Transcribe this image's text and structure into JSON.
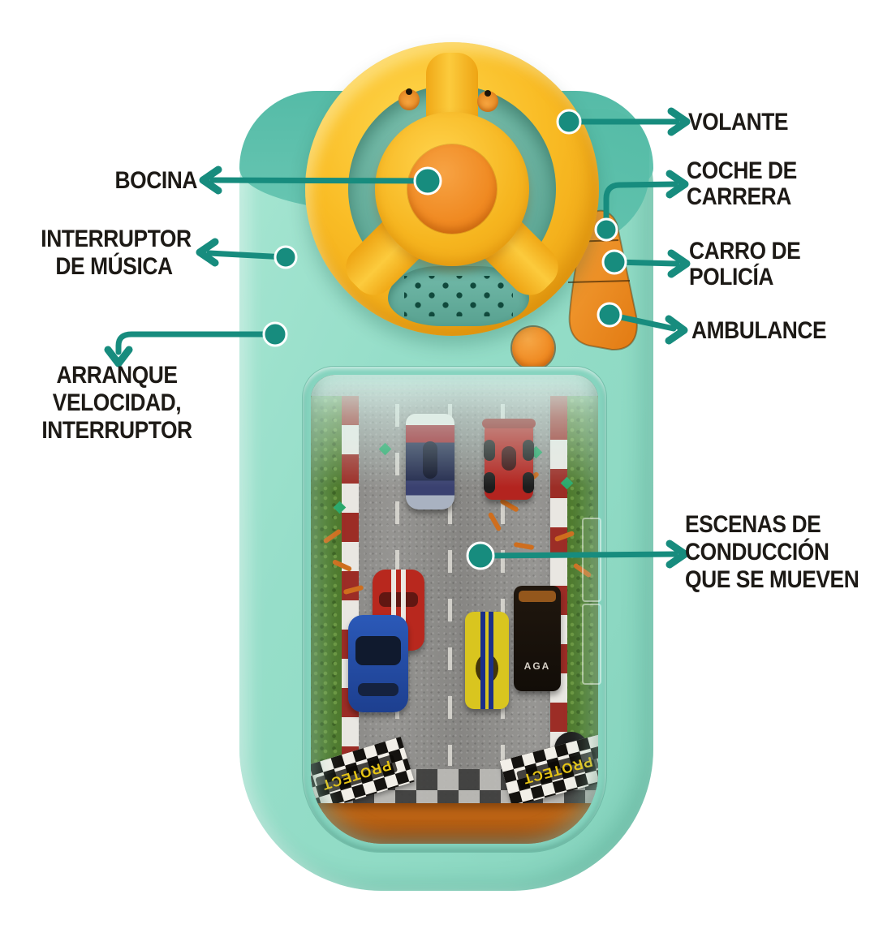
{
  "annotations": {
    "volante": {
      "label": "VOLANTE"
    },
    "bocina": {
      "label": "BOCINA"
    },
    "interruptor_musica": {
      "line1": "INTERRUPTOR",
      "line2": "DE MÚSICA"
    },
    "arranque": {
      "line1": "ARRANQUE",
      "line2": "VELOCIDAD,",
      "line3": "INTERRUPTOR"
    },
    "coche_carrera": {
      "line1": "COCHE DE",
      "line2": "CARRERA"
    },
    "carro_policia": {
      "line1": "CARRO DE",
      "line2": "POLICÍA"
    },
    "ambulance": {
      "label": "AMBULANCE"
    },
    "escenas": {
      "line1": "ESCENAS DE",
      "line2": "CONDUCCIÓN",
      "line3": "QUE SE MUEVEN"
    }
  },
  "toy": {
    "screen": {
      "banner_left": "PROTECT",
      "banner_right": "PROTECT",
      "car_decal": "AGA"
    }
  },
  "colors": {
    "arrow_teal": "#178c7e",
    "label_text": "#1d1a16",
    "body_mint": "#96dec9",
    "hood_teal": "#5fc1ad",
    "wheel_yellow": "#f9bc25",
    "accent_orange": "#f08a22",
    "screen_road_gray": "#8e8d8a"
  }
}
